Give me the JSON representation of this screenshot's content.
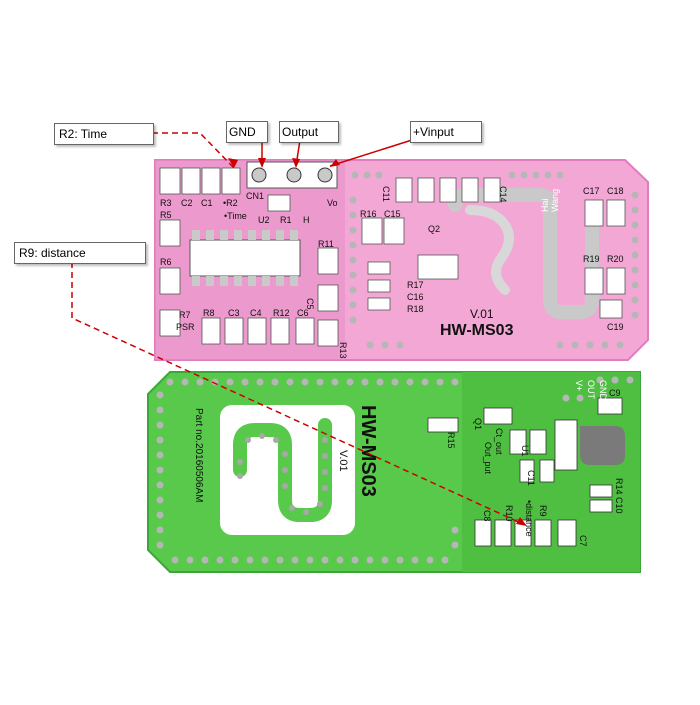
{
  "callouts": {
    "time": "R2: Time",
    "gnd": "GND",
    "output": "Output",
    "vinput": "+Vinput",
    "distance": "R9: distance"
  },
  "top_board": {
    "title": "HW-MS03",
    "version": "V.01",
    "logo": "Hai Wang",
    "pins": [
      "CN1",
      "H",
      "Vo"
    ],
    "labels": [
      "R3",
      "C2",
      "C1",
      "R2",
      "Time",
      "R5",
      "R6",
      "U2",
      "R1",
      "R16",
      "C15",
      "Q2",
      "R17",
      "C16",
      "R18",
      "C11",
      "C14",
      "C17",
      "C18",
      "R19",
      "R20",
      "C19",
      "R7",
      "R8",
      "C3",
      "C4",
      "R12",
      "C6",
      "R13",
      "C5",
      "PSR"
    ]
  },
  "bottom_board": {
    "title": "HW-MS03",
    "version": "V.01",
    "part_no": "Part no.20160506AM",
    "labels": [
      "GND",
      "OUT",
      "V+",
      "C9",
      "R15",
      "Q1",
      "U1",
      "Ct_out",
      "Out_put",
      "C11",
      "C7",
      "C8",
      "R9",
      "R10",
      "R14",
      "C10",
      "distance"
    ]
  },
  "colors": {
    "top_pcb": "#f2a7d5",
    "top_pcb_edge": "#e07dbd",
    "bottom_pcb": "#58c94a",
    "bottom_pcb_edge": "#3aa838",
    "pad": "#c9c9c9",
    "via": "#b6b6b6",
    "leader": "#cc0000"
  }
}
